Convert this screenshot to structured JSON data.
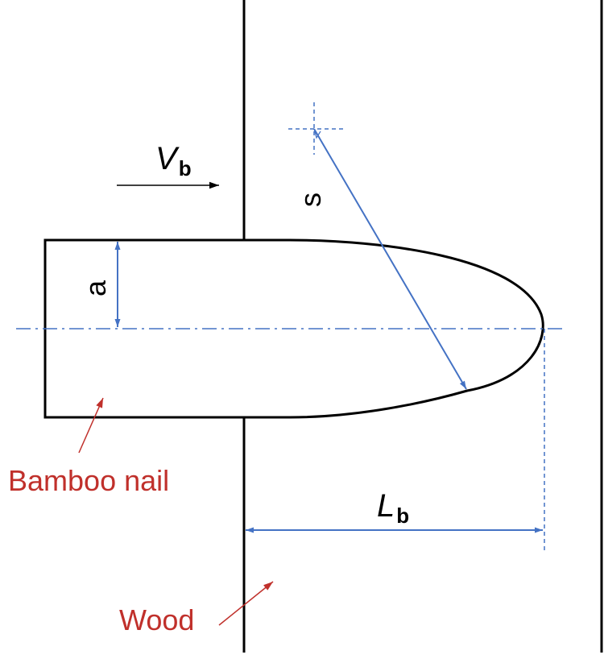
{
  "labels": {
    "velocity_symbol": "V",
    "velocity_subscript": "b",
    "radius_symbol": "a",
    "arc_symbol": "s",
    "length_symbol": "L",
    "length_subscript": "b",
    "nail_label": "Bamboo nail",
    "wood_label": "Wood"
  },
  "colors": {
    "outline": "#000000",
    "dimension": "#4472C4",
    "callout": "#C0302B"
  }
}
